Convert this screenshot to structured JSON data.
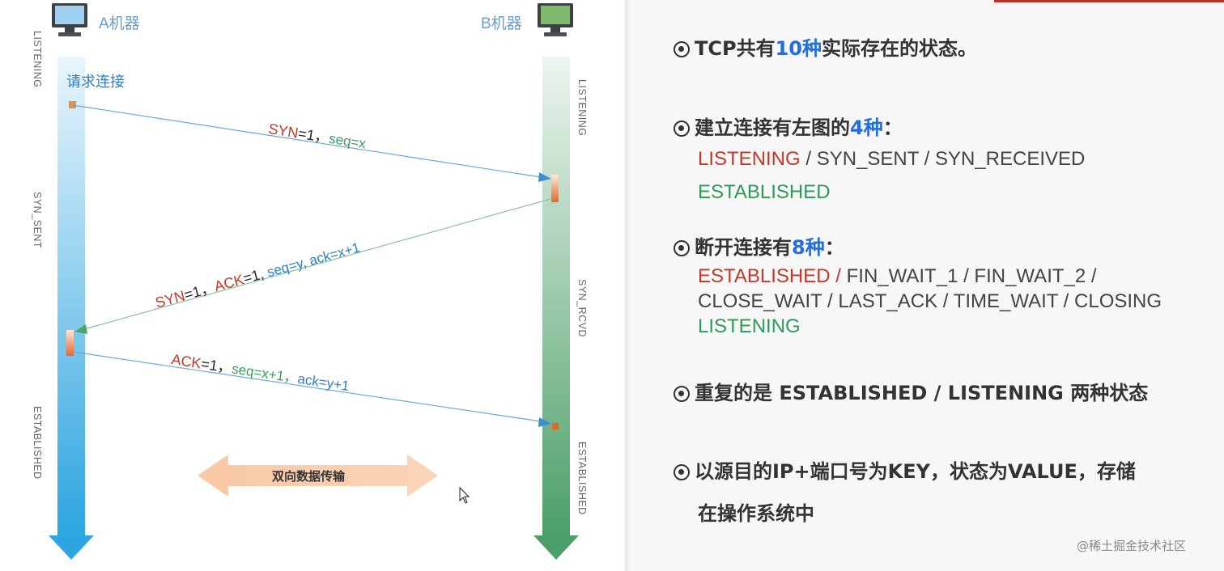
{
  "diagram": {
    "machine_a": "A机器",
    "machine_b": "B机器",
    "a_states": [
      "LISTENING",
      "SYN_SENT",
      "ESTABLISHED"
    ],
    "b_states": [
      "LISTENING",
      "SYN_RCVD",
      "ESTABLISHED"
    ],
    "request_label": "请求连接",
    "msg1": {
      "a": "SYN",
      "b": "=1，",
      "c": "seq=x"
    },
    "msg2": {
      "a": "SYN",
      "b": "=1，",
      "c": "ACK",
      "d": "=1, ",
      "e": "seq=y, ack=x+1"
    },
    "msg3": {
      "a": "ACK",
      "b": "=1，",
      "c": "seq=x+1，",
      "d": "ack=y+1"
    },
    "data_transfer": "双向数据传输",
    "colors": {
      "a_axis": "#35a8e0",
      "b_axis": "#4fa36b",
      "syn_red": "#c0392b",
      "seq_green": "#3c9a5f",
      "ack_blue": "#2f7ec2"
    }
  },
  "notes": {
    "line1": {
      "pre": "TCP共有",
      "hl": "10种",
      "post": "实际存在的状态。"
    },
    "line2": {
      "pre": "建立连接有左图的",
      "hl": "4种",
      "post": "："
    },
    "line2_sub1": {
      "red": "LISTENING",
      "rest": " / SYN_SENT / SYN_RECEIVED"
    },
    "line2_sub2": "ESTABLISHED",
    "line3": {
      "pre": "断开连接有",
      "hl": "8种",
      "post": "："
    },
    "line3_sub1": {
      "red": "ESTABLISHED / ",
      "rest": "FIN_WAIT_1 / FIN_WAIT_2 /"
    },
    "line3_sub2": "CLOSE_WAIT / LAST_ACK / TIME_WAIT / CLOSING",
    "line3_sub3": "LISTENING",
    "line4": "重复的是 ESTABLISHED / LISTENING 两种状态",
    "line5a": "以源目的IP+端口号为KEY，状态为VALUE，存储",
    "line5b": "在操作系统中",
    "watermark": "@稀土掘金技术社区"
  }
}
